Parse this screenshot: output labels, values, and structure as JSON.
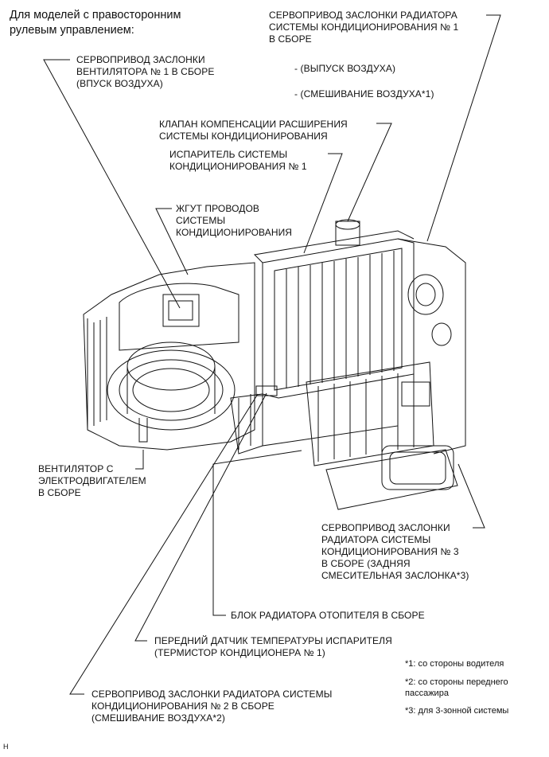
{
  "heading": {
    "line1": "Для моделей с правосторонним",
    "line2": "рулевым управлением:"
  },
  "labels": {
    "damper_servo_1_radiator": {
      "lines": [
        "СЕРВОПРИВОД ЗАСЛОНКИ РАДИАТОРА",
        "СИСТЕМЫ КОНДИЦИОНИРОВАНИЯ № 1",
        "В СБОРЕ"
      ],
      "sub1": "- (ВЫПУСК ВОЗДУХА)",
      "sub2": "- (СМЕШИВАНИЕ ВОЗДУХА*1)"
    },
    "blower_servo_1": {
      "lines": [
        "СЕРВОПРИВОД ЗАСЛОНКИ",
        "ВЕНТИЛЯТОРА № 1 В СБОРЕ",
        "(ВПУСК ВОЗДУХА)"
      ]
    },
    "expansion_valve": {
      "lines": [
        "КЛАПАН КОМПЕНСАЦИИ РАСШИРЕНИЯ",
        "СИСТЕМЫ КОНДИЦИОНИРОВАНИЯ"
      ]
    },
    "evaporator": {
      "lines": [
        "ИСПАРИТЕЛЬ СИСТЕМЫ",
        "КОНДИЦИОНИРОВАНИЯ № 1"
      ]
    },
    "wire_harness": {
      "lines": [
        "ЖГУТ ПРОВОДОВ",
        "СИСТЕМЫ",
        "КОНДИЦИОНИРОВАНИЯ"
      ]
    },
    "blower_motor": {
      "lines": [
        "ВЕНТИЛЯТОР С",
        "ЭЛЕКТРОДВИГАТЕЛЕМ",
        "В СБОРЕ"
      ]
    },
    "damper_servo_3": {
      "lines": [
        "СЕРВОПРИВОД ЗАСЛОНКИ",
        "РАДИАТОРА СИСТЕМЫ",
        "КОНДИЦИОНИРОВАНИЯ № 3",
        "В СБОРЕ (ЗАДНЯЯ",
        "СМЕСИТЕЛЬНАЯ ЗАСЛОНКА*3)"
      ]
    },
    "heater_radiator": {
      "lines": [
        "БЛОК РАДИАТОРА ОТОПИТЕЛЯ В СБОРЕ"
      ]
    },
    "temp_sensor": {
      "lines": [
        "ПЕРЕДНИЙ ДАТЧИК ТЕМПЕРАТУРЫ ИСПАРИТЕЛЯ",
        "(ТЕРМИСТОР КОНДИЦИОНЕРА № 1)"
      ]
    },
    "damper_servo_2": {
      "lines": [
        "СЕРВОПРИВОД ЗАСЛОНКИ РАДИАТОРА СИСТЕМЫ",
        "КОНДИЦИОНИРОВАНИЯ № 2 В СБОРЕ",
        "(СМЕШИВАНИЕ ВОЗДУХА*2)"
      ]
    }
  },
  "notes": {
    "n1": "*1: со стороны водителя",
    "n2a": "*2: со стороны переднего",
    "n2b": "пассажира",
    "n3": "*3: для 3-зонной системы"
  },
  "figure_code": "H"
}
